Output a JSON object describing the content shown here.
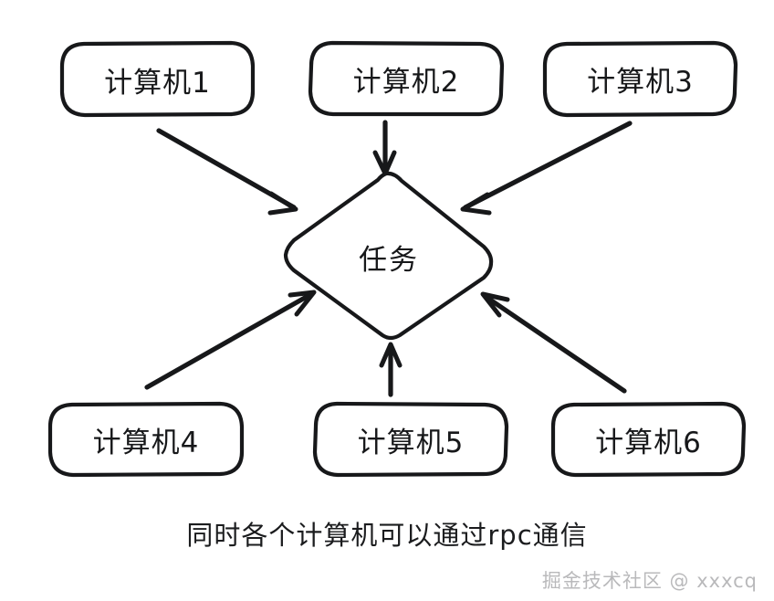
{
  "diagram": {
    "title_caption": "同时各个计算机可以通过rpc通信",
    "watermark": "掘金技术社区 @ xxxcq",
    "stroke_color": "#17181a",
    "fill_color": "#ffffff",
    "background_color": "#ffffff",
    "center_node": {
      "label": "任务",
      "shape": "diamond"
    },
    "nodes": [
      {
        "id": "computer-1",
        "label": "计算机1",
        "shape": "rounded-rect",
        "row": "top",
        "col": 1
      },
      {
        "id": "computer-2",
        "label": "计算机2",
        "shape": "rounded-rect",
        "row": "top",
        "col": 2
      },
      {
        "id": "computer-3",
        "label": "计算机3",
        "shape": "rounded-rect",
        "row": "top",
        "col": 3
      },
      {
        "id": "computer-4",
        "label": "计算机4",
        "shape": "rounded-rect",
        "row": "bottom",
        "col": 1
      },
      {
        "id": "computer-5",
        "label": "计算机5",
        "shape": "rounded-rect",
        "row": "bottom",
        "col": 2
      },
      {
        "id": "computer-6",
        "label": "计算机6",
        "shape": "rounded-rect",
        "row": "bottom",
        "col": 3
      }
    ],
    "edges": [
      {
        "from": "computer-1",
        "to": "center-node",
        "direction": "down-right"
      },
      {
        "from": "computer-2",
        "to": "center-node",
        "direction": "down"
      },
      {
        "from": "computer-3",
        "to": "center-node",
        "direction": "down-left"
      },
      {
        "from": "computer-4",
        "to": "center-node",
        "direction": "up-right"
      },
      {
        "from": "computer-5",
        "to": "center-node",
        "direction": "up"
      },
      {
        "from": "computer-6",
        "to": "center-node",
        "direction": "up-left"
      }
    ]
  }
}
